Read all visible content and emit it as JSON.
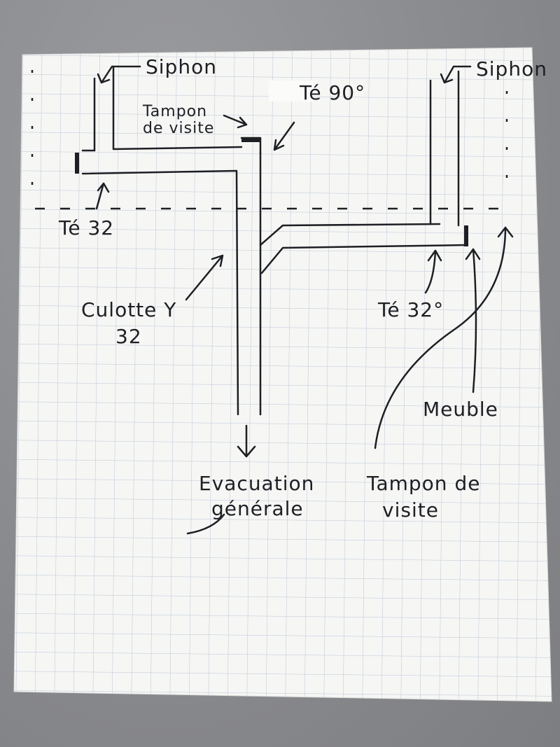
{
  "labels": {
    "siphon_left": "Siphon",
    "siphon_right": "Siphon",
    "te_90": "Té 90°",
    "tampon_top_line1": "Tampon",
    "tampon_top_line2": "de visite",
    "te_32_left": "Té 32",
    "culotte_line1": "Culotte Y",
    "culotte_line2": "32",
    "te_32_right": "Té 32°",
    "meuble": "Meuble",
    "evacuation_line1": "Evacuation",
    "evacuation_line2": "générale",
    "tampon_bottom_line1": "Tampon de",
    "tampon_bottom_line2": "visite"
  },
  "colors": {
    "ink": "#1e1f24",
    "paper": "#f6f6f4",
    "grid": "#b9c7d8",
    "background": "#8f9094"
  }
}
